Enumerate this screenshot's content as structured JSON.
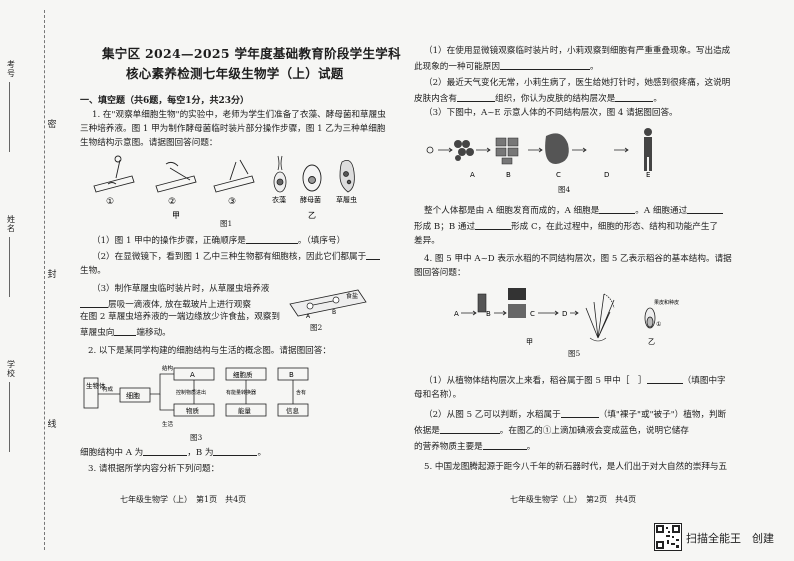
{
  "binding": {
    "seal_chars": [
      "密",
      "封",
      "线"
    ],
    "exam_no_label": "考号",
    "name_label": "姓名",
    "school_label": "学校"
  },
  "header": {
    "title_line1": "集宁区 2024—2025 学年度基础教育阶段学生学科",
    "title_line2": "核心素养检测七年级生物学（上）试题"
  },
  "left": {
    "section1": "一、填空题（共6题，每空1分，共23分）",
    "q1_l1": "1. 在\"观察单细胞生物\"的实验中，老师为学生们准备了衣藻、酵母菌和草履虫",
    "q1_l2": "三种培养液。图 1 甲为制作酵母菌临时装片部分操作步骤，图 1 乙为三种单细胞",
    "q1_l3": "生物结构示意图。请据图回答问题：",
    "fig1_steps": [
      "①",
      "②",
      "③"
    ],
    "fig1_names": [
      "衣藻",
      "酵母菌",
      "草履虫"
    ],
    "fig1_jia": "甲",
    "fig1_yi": "乙",
    "fig1_caption": "图1",
    "q1_1": "（1）图 1 甲中的操作步骤，正确顺序是",
    "q1_1_end": "。（填序号）",
    "q1_2_l1": "（2）在显微镜下，看到图 1 乙中三种生物都有细胞核，因此它们都属于",
    "q1_2_l2": "生物。",
    "q1_3_l1": "（3）制作草履虫临时装片时，从草履虫培养液",
    "q1_3_l2": "层吸一滴液体, 放在载玻片上进行观察",
    "q1_3_l3": "在图 2 草履虫培养液的一端边缘放少许食盐，观察到",
    "q1_3_l4": "草履虫向",
    "q1_3_l4_end": "端移动。",
    "fig2_label_salt": "食盐",
    "fig2_A": "A",
    "fig2_B": "B",
    "fig2_caption": "图2",
    "q2": "2. 以下是某同学构建的细胞结构与生活的概念图。请据图回答：",
    "fig3_organism": "生物体",
    "fig3_gouzao": "构成",
    "fig3_cell": "细胞",
    "fig3_jiegou": "结构",
    "fig3_shenghuo": "生活",
    "fig3_A": "A",
    "fig3_cytoplasm": "细胞质",
    "fig3_B": "B",
    "fig3_ctrl": "控制物质进出",
    "fig3_energy_conv": "有能量转换器",
    "fig3_contains": "含有",
    "fig3_matter": "物质",
    "fig3_energy": "能量",
    "fig3_info": "信息",
    "fig3_caption": "图3",
    "q2_line": "细胞结构中 A 为",
    "q2_mid": "，B 为",
    "q2_end": "。",
    "q3": "3. 请根据所学内容分析下列问题：",
    "footer": "七年级生物学（上）　第1页　共4页"
  },
  "right": {
    "r1_l1": "（1）在使用显微镜观察临时装片时，小莉观察到细胞有严重重叠现象。写出造成",
    "r1_l2": "此现象的一种可能原因",
    "r1_l2_end": "。",
    "r2_l1": "（2）最近天气变化无常，小莉生病了，医生给她打针时，她感到很疼痛，这说明",
    "r2_l2": "皮肤内含有",
    "r2_l2_mid": "组织，你认为皮肤的结构层次是",
    "r2_l2_end": "。",
    "r3": "（3）下图中，A~E 示意人体的不同结构层次，图 4 请据图回答。",
    "fig4_labels": [
      "A",
      "B",
      "C",
      "D",
      "E"
    ],
    "fig4_caption": "图4",
    "r4_l1": "整个人体都是由 A 细胞发育而成的，A 细胞是",
    "r4_l1_mid": "。A 细胞通过",
    "r4_l2": "形成 B；B 通过",
    "r4_l2_mid": "形成 C，在此过程中，细胞的形态、结构和功能产生了",
    "r4_l3": "差异。",
    "q4_l1": "4. 图 5 甲中 A~D 表示水稻的不同结构层次，图 5 乙表示稻谷的基本结构。请据",
    "q4_l2": "图回答问题：",
    "fig5_A": "A",
    "fig5_B": "B",
    "fig5_C": "C",
    "fig5_D": "D",
    "fig5_jia": "甲",
    "fig5_yi": "乙",
    "fig5_peel": "果皮和种皮",
    "fig5_1": "①",
    "fig5_caption": "图5",
    "q4_1_l1": "（1）从植物体结构层次上来看，稻谷属于图 5 甲中［　］",
    "q4_1_l1_end": "（填图中字",
    "q4_1_l2": "母和名称）。",
    "q4_2_l1": "（2）从图 5 乙可以判断，水稻属于",
    "q4_2_l1_mid": "（填\"裸子\"或\"被子\"）植物，判断",
    "q4_2_l2": "依据是",
    "q4_2_l2_mid": "。在图乙的①上滴加碘液会变成蓝色，说明它储存",
    "q4_2_l3": "的营养物质主要是",
    "q4_2_l3_end": "。",
    "q5": "5. 中国龙图腾起源于距今八千年的新石器时代，是人们出于对大自然的崇拜与五",
    "footer": "七年级生物学（上）　第2页　共4页"
  },
  "watermark": "扫描全能王　创建"
}
